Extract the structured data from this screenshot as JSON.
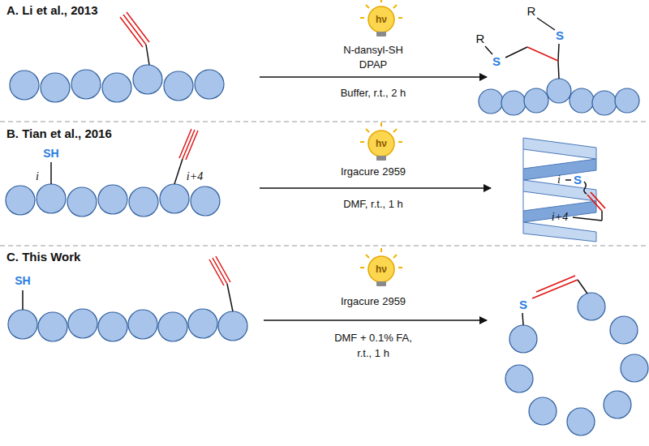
{
  "diagram": {
    "labels": [
      "A. Li et al., 2013",
      "hν",
      "N-dansyl-SH",
      "DPAP",
      "Buffer, r.t., 2 h",
      "R",
      "S",
      "R",
      "S",
      "B. Tian et al., 2016",
      "SH",
      "i",
      "i+4",
      "hν",
      "Irgacure 2959",
      "DMF, r.t., 1 h",
      "i",
      "S",
      "i+4",
      "C. This Work",
      "SH",
      "hν",
      "Irgacure 2959",
      "DMF + 0.1% FA,",
      "r.t., 1 h",
      "S"
    ]
  }
}
